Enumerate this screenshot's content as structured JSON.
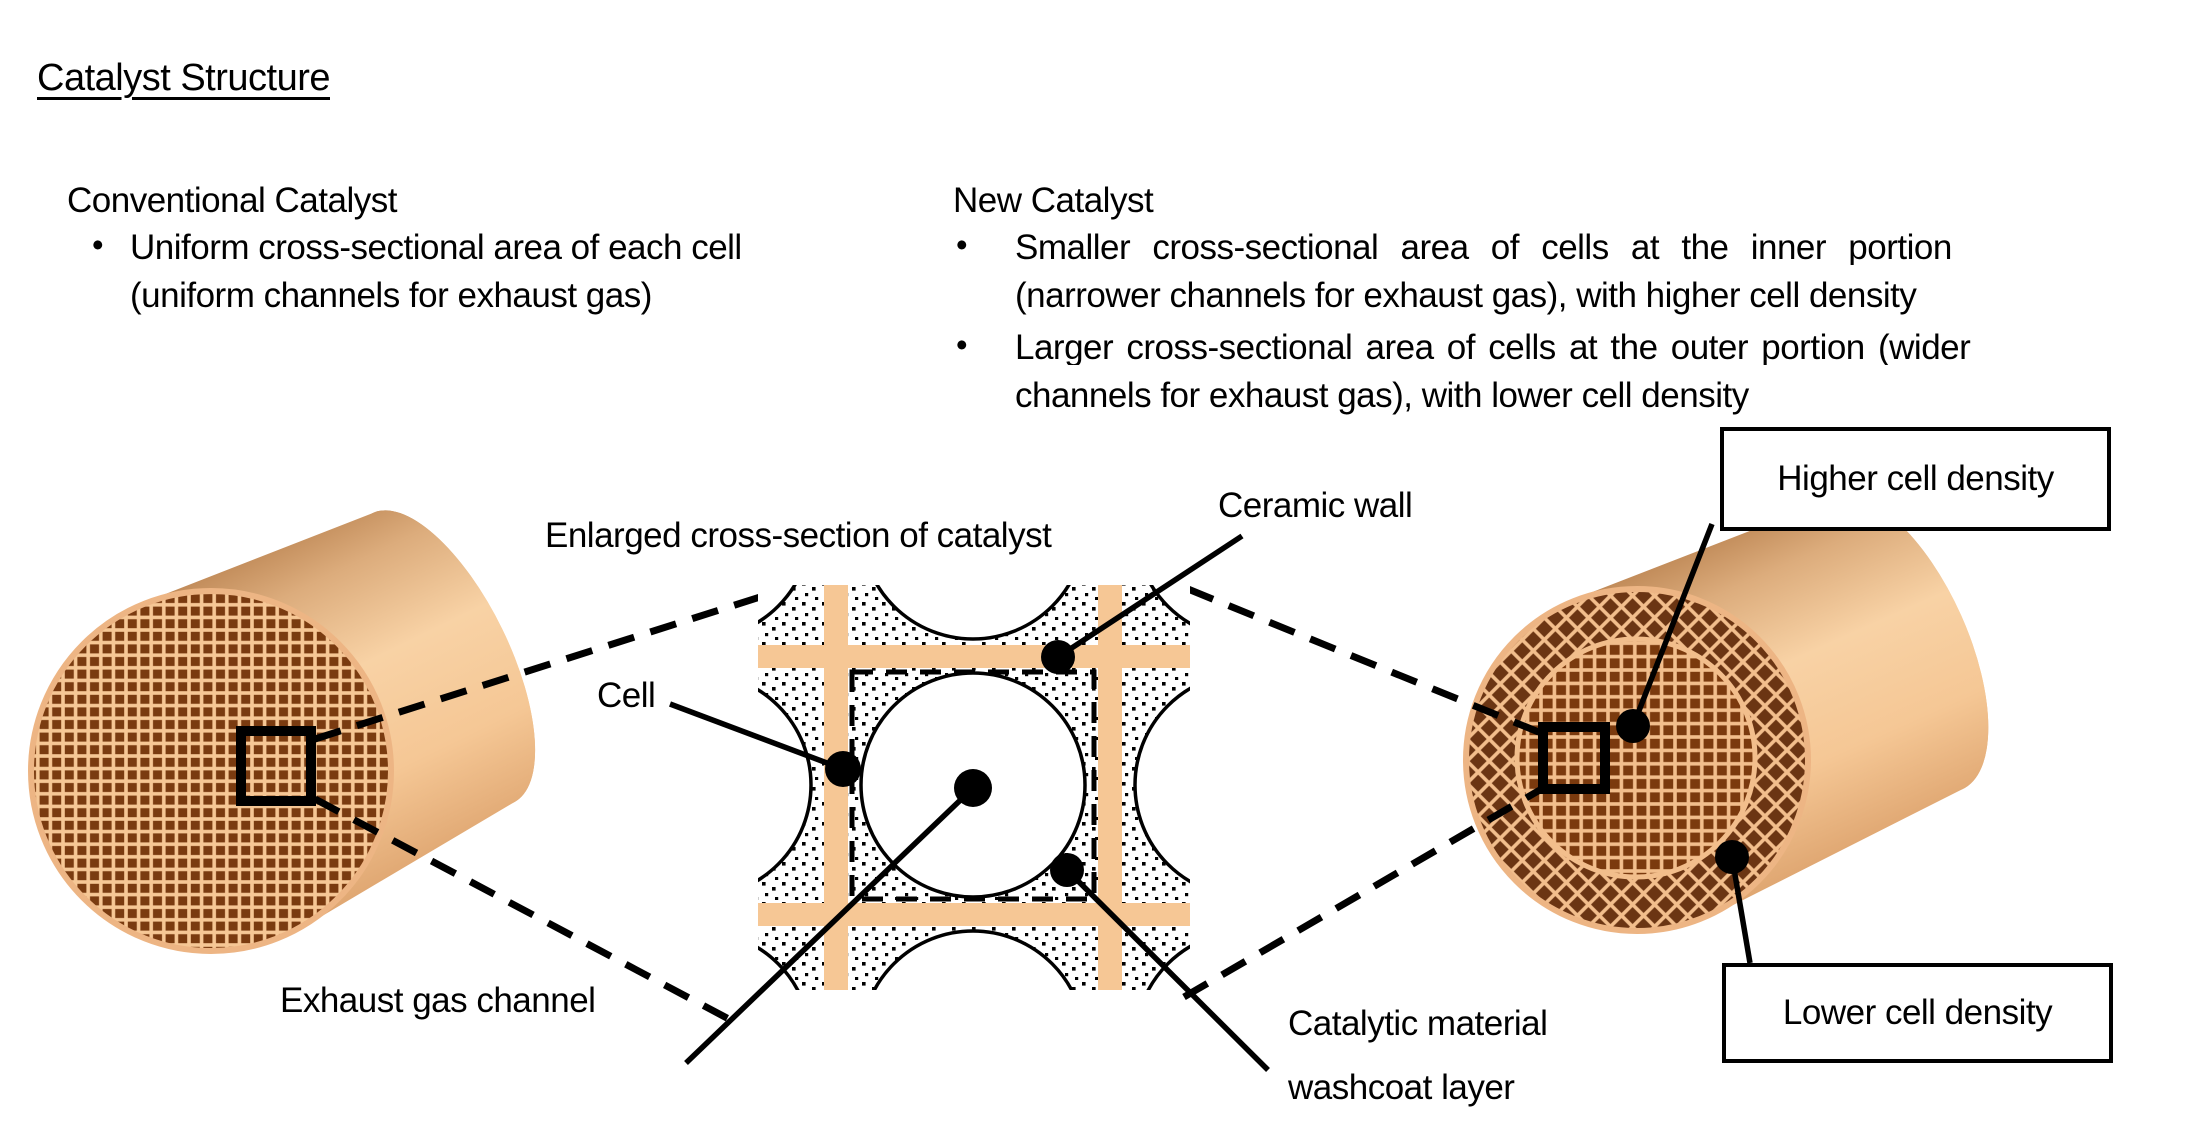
{
  "title": "Catalyst Structure",
  "bullet_glyph": "•",
  "sections": {
    "conventional": {
      "heading": "Conventional Catalyst",
      "bullet1": {
        "line1": "Uniform cross-sectional area of each cell",
        "line2": "(uniform channels for exhaust gas)"
      }
    },
    "new_catalyst": {
      "heading": "New Catalyst",
      "bullet1": {
        "line1": "Smaller cross-sectional area of cells at the inner portion",
        "line2": "(narrower channels for exhaust gas), with higher cell density"
      },
      "bullet2": {
        "line1": "Larger cross-sectional area of cells at the outer portion (wider",
        "line2": "channels for exhaust gas), with lower cell density"
      }
    }
  },
  "diagram": {
    "enlarged_caption": "Enlarged cross-section of catalyst",
    "labels": {
      "ceramic_wall": "Ceramic wall",
      "cell": "Cell",
      "exhaust_gas_channel": "Exhaust gas channel",
      "washcoat_line1": "Catalytic material",
      "washcoat_line2": "washcoat layer"
    },
    "callouts": {
      "higher": "Higher cell density",
      "lower": "Lower cell density"
    },
    "colors": {
      "wall_peach": "#F6C795",
      "peach_line": "#F2BE8C",
      "rim_peach": "#EDB584",
      "brown_fine": "#7A3B10",
      "brown_coarse": "#6B3513",
      "ink": "#000000"
    }
  }
}
